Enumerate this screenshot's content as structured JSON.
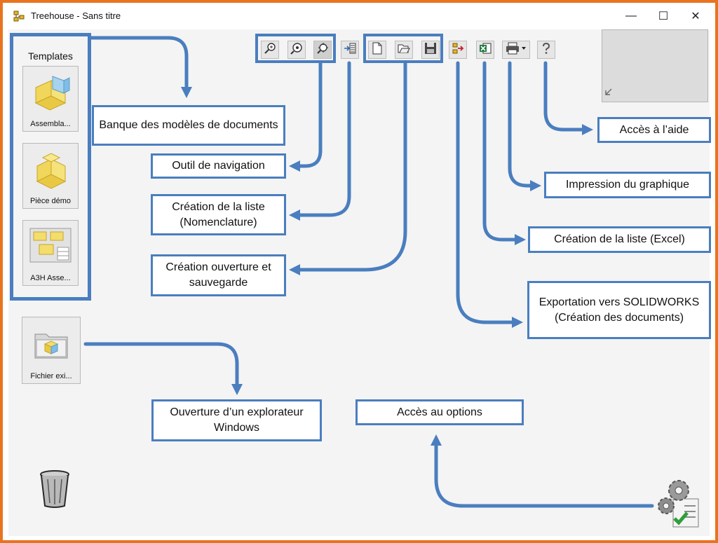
{
  "window": {
    "title": "Treehouse - Sans titre",
    "icon": "treehouse-app-icon",
    "controls": {
      "minimize": "—",
      "maximize": "☐",
      "close": "✕"
    }
  },
  "templates": {
    "title": "Templates",
    "items": [
      {
        "label": "Assembla...",
        "icon": "assembly-icon"
      },
      {
        "label": "Pièce démo",
        "icon": "part-icon"
      },
      {
        "label": "A3H Asse...",
        "icon": "drawing-template-icon"
      }
    ]
  },
  "existing_file": {
    "label": "Fichier exi...",
    "icon": "folder-icon"
  },
  "toolbar": {
    "navigation": [
      "zoom-fit-icon",
      "zoom-area-icon",
      "pan-icon"
    ],
    "bom": "bom-list-icon",
    "file": [
      "new-file-icon",
      "open-file-icon",
      "save-icon"
    ],
    "export_solidworks": "solidworks-export-icon",
    "excel": "excel-export-icon",
    "print": "print-icon",
    "help": "help-icon"
  },
  "callouts": {
    "templates_bank": "Banque des modèles de documents",
    "navigation_tool": "Outil de navigation",
    "bom_creation": "Création de la liste (Nomenclature)",
    "open_save": "Création ouverture et sauvegarde",
    "help_access": "Accès à l’aide",
    "print_graphic": "Impression du graphique",
    "excel_list": "Création de la liste (Excel)",
    "solidworks_export": "Exportation vers SOLIDWORKS (Création des documents)",
    "windows_explorer": "Ouverture d’un explorateur Windows",
    "options_access": "Accès au options"
  },
  "colors": {
    "frame": "#e8741f",
    "accent": "#4a7ebf",
    "canvas": "#f4f4f4"
  }
}
